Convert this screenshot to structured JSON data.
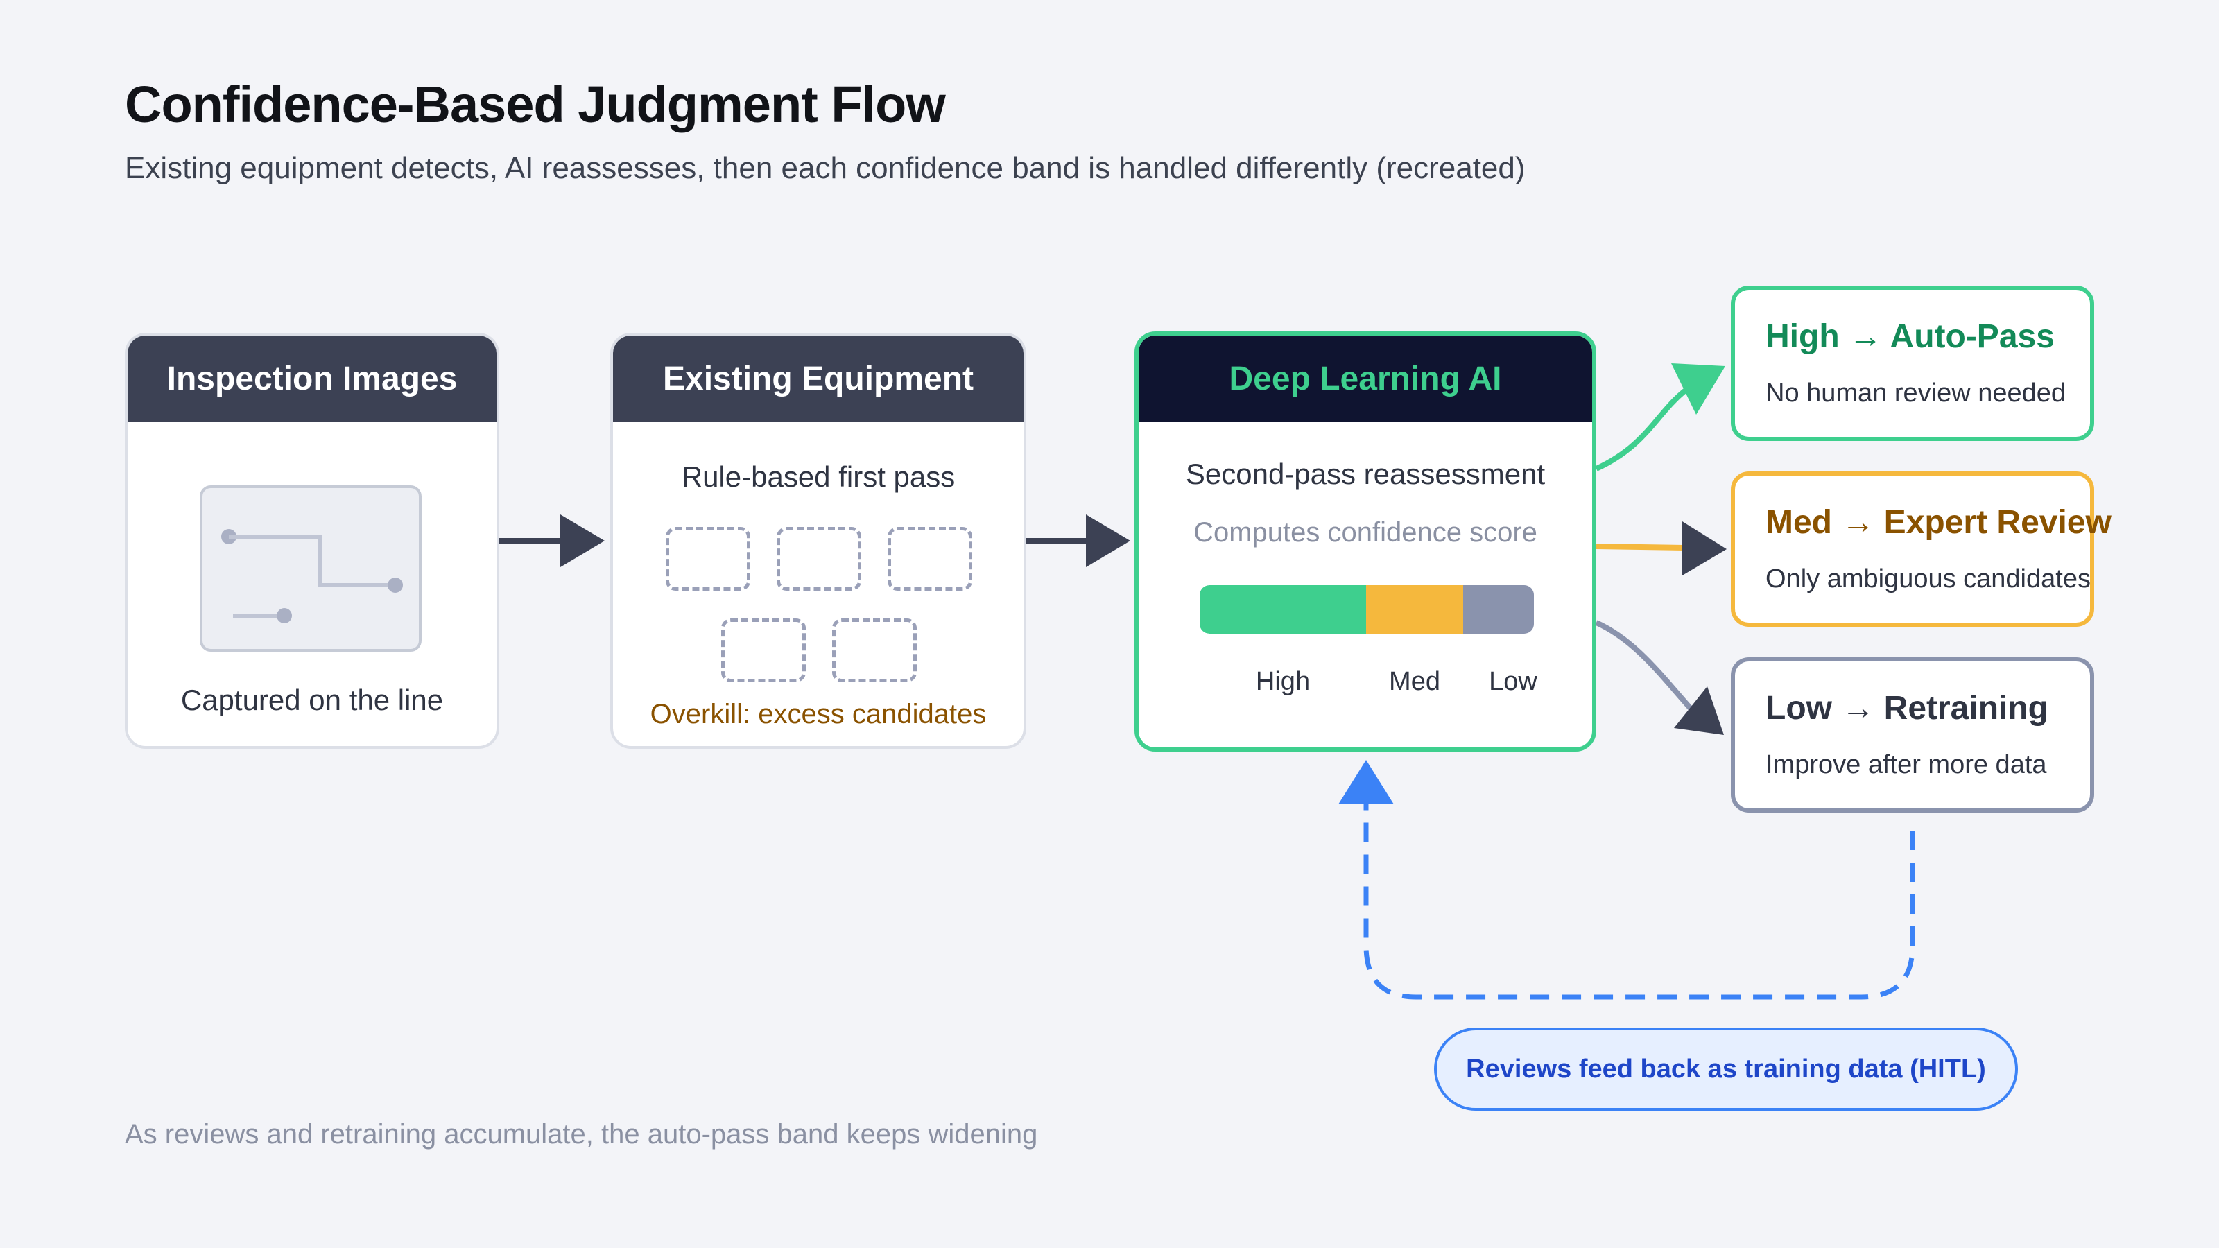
{
  "header": {
    "title": "Confidence-Based Judgment Flow",
    "subtitle": "Existing equipment detects, AI reassesses, then each confidence band is handled differently (recreated)"
  },
  "nodes": {
    "images": {
      "title": "Inspection Images",
      "caption": "Captured on the line"
    },
    "equipment": {
      "title": "Existing Equipment",
      "caption": "Rule-based first pass",
      "note": "Overkill: excess candidates"
    },
    "ai": {
      "title": "Deep Learning AI",
      "caption": "Second-pass reassessment",
      "subcaption": "Computes confidence score",
      "bands": [
        "High",
        "Med",
        "Low"
      ]
    }
  },
  "outcomes": {
    "high": {
      "title": "High → Auto-Pass",
      "desc": "No human review needed"
    },
    "med": {
      "title": "Med → Expert Review",
      "desc": "Only ambiguous candidates"
    },
    "low": {
      "title": "Low → Retraining",
      "desc": "Improve after more data"
    }
  },
  "feedback": {
    "label": "Reviews feed back as training data (HITL)"
  },
  "footer": {
    "note": "As reviews and retraining accumulate, the auto-pass band keeps widening"
  },
  "colors": {
    "high": "#3ecf8e",
    "med": "#f5b83d",
    "low": "#8a93ad",
    "dark_header": "#3c4154",
    "ai_header": "#0f1430",
    "feedback": "#3b82f6",
    "arrow": "#3c4154"
  }
}
